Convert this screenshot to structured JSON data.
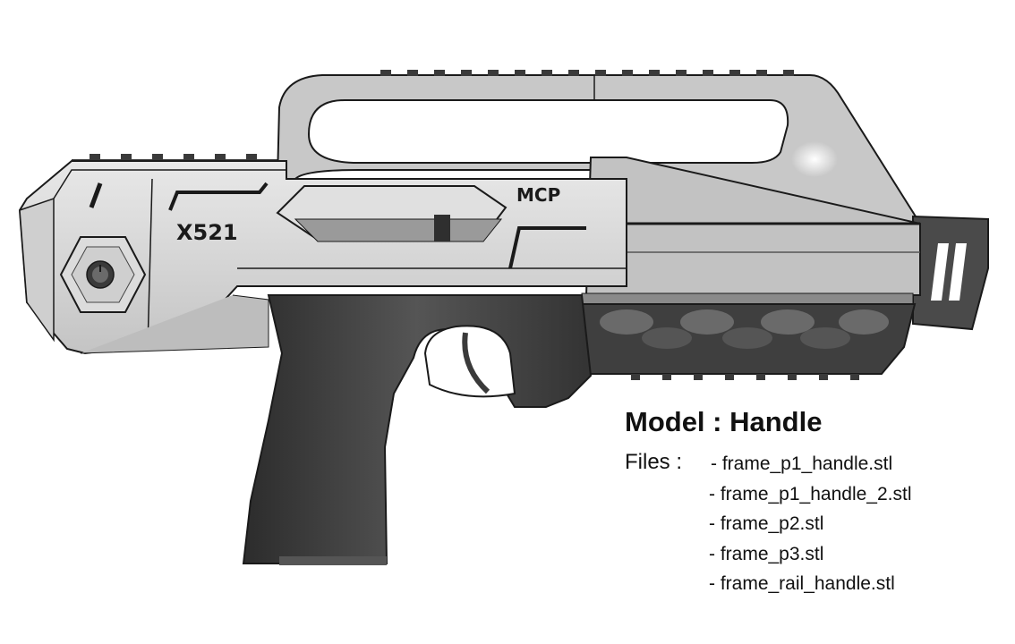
{
  "model": {
    "heading": "Model : Handle"
  },
  "files": {
    "label": "Files :",
    "items": [
      "frame_p1_handle.stl",
      "frame_p1_handle_2.stl",
      "frame_p2.stl",
      "frame_p3.stl",
      "frame_rail_handle.stl"
    ]
  },
  "markings": {
    "side_text": "X521",
    "brand_text": "MCP"
  },
  "colors": {
    "body_light": "#d7d7d7",
    "body_mid": "#b5b5b5",
    "body_dark": "#4a4a4a",
    "grip": "#3b3b3b",
    "outline": "#1a1a1a",
    "text": "#111111"
  }
}
